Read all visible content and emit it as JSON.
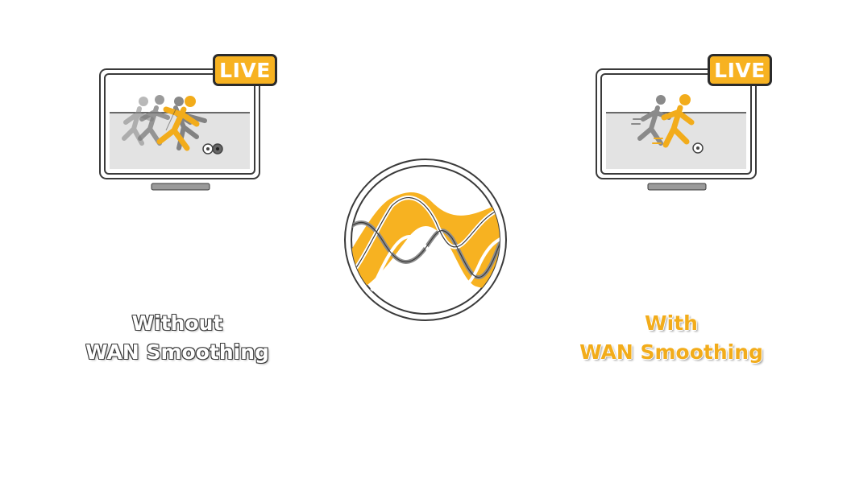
{
  "left_panel": {
    "badge": "LIVE",
    "caption_line1": "Without",
    "caption_line2": "WAN Smoothing"
  },
  "right_panel": {
    "badge": "LIVE",
    "caption_line1": "With",
    "caption_line2": "WAN Smoothing"
  },
  "colors": {
    "accent": "#f7b221",
    "outline": "#2b2b2b",
    "grey": "#8c8c8c",
    "screen": "#e3e3e3"
  },
  "icons": [
    "tv-icon",
    "runner-icon",
    "soccer-ball-icon",
    "wave-logo-icon"
  ]
}
